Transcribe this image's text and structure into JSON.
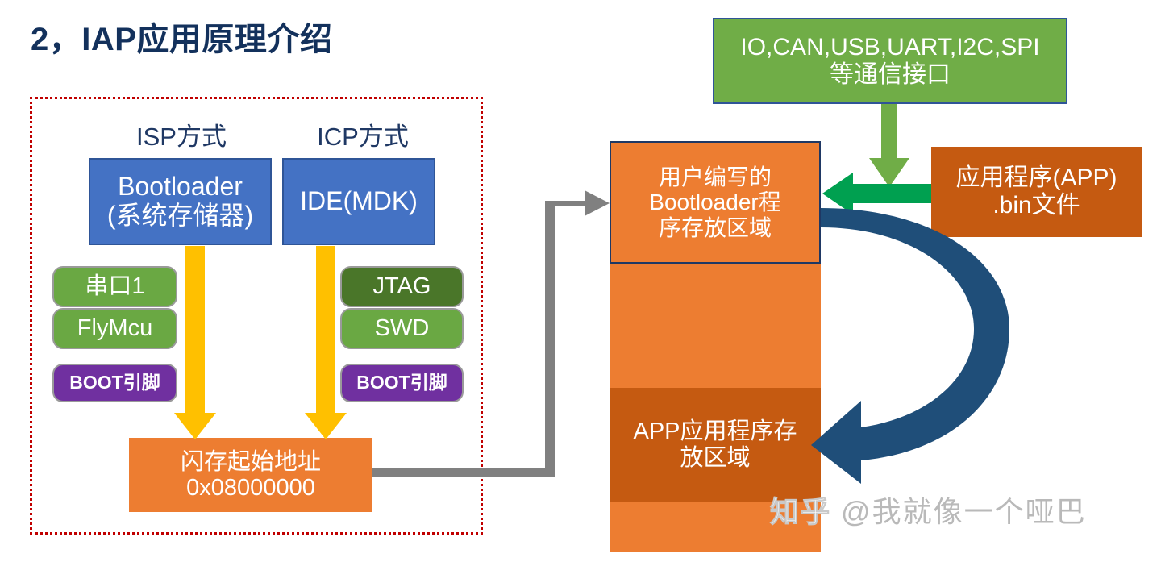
{
  "page": {
    "title": "2，IAP应用原理介绍",
    "watermark_logo": "知乎",
    "watermark_user": "@我就像一个哑巴"
  },
  "left_group": {
    "isp": {
      "heading": "ISP方式",
      "main_box": "Bootloader\n(系统存储器)",
      "main_box_line1": "Bootloader",
      "main_box_line2": "(系统存储器)",
      "tags": [
        {
          "label": "串口1",
          "style": "green"
        },
        {
          "label": "FlyMcu",
          "style": "green"
        },
        {
          "label": "BOOT引脚",
          "style": "purple"
        }
      ]
    },
    "icp": {
      "heading": "ICP方式",
      "main_box": "IDE(MDK)",
      "tags": [
        {
          "label": "JTAG",
          "style": "green-dark"
        },
        {
          "label": "SWD",
          "style": "green"
        },
        {
          "label": "BOOT引脚",
          "style": "purple"
        }
      ]
    },
    "flash_box": {
      "line1": "闪存起始地址",
      "line2": "0x08000000"
    }
  },
  "right_group": {
    "interfaces_box": {
      "line1": "IO,CAN,USB,UART,I2C,SPI",
      "line2": "等通信接口"
    },
    "app_file_box": {
      "line1": "应用程序(APP)",
      "line2": ".bin文件"
    }
  },
  "memory": {
    "bootloader_region": {
      "line1": "用户编写的",
      "line2": "Bootloader程",
      "line3": "序存放区域"
    },
    "app_region": {
      "line1": "APP应用程序存",
      "line2": "放区域"
    }
  },
  "colors": {
    "title_blue": "#13315C",
    "frame_red": "#C00000",
    "box_blue": "#4472C4",
    "box_blue_border": "#2F5597",
    "tag_green": "#6AA843",
    "tag_green_dark": "#4A7629",
    "tag_purple": "#7030A0",
    "flash_orange": "#ED7D31",
    "memory_orange": "#ED7D31",
    "memory_app_orange": "#C55A11",
    "interfaces_green": "#70AD47",
    "app_file_orange": "#C55A11",
    "yellow_arrow": "#FFC000",
    "gray_arrow": "#808080",
    "green_arrow_down": "#70AD47",
    "green_arrow_left": "#00A050",
    "blue_curved_arrow": "#1F4E79",
    "watermark_gray": "#B9B9B9"
  },
  "arrows": [
    {
      "name": "isp-down-arrow",
      "color": "#FFC000",
      "direction": "down"
    },
    {
      "name": "icp-down-arrow",
      "color": "#FFC000",
      "direction": "down"
    },
    {
      "name": "flash-to-bootloader-arrow",
      "color": "#808080",
      "direction": "elbow-right"
    },
    {
      "name": "interfaces-down-arrow",
      "color": "#70AD47",
      "direction": "down"
    },
    {
      "name": "app-file-to-bootloader-arrow",
      "color": "#00A050",
      "direction": "left"
    },
    {
      "name": "bootloader-to-app-curved-arrow",
      "color": "#1F4E79",
      "direction": "curve-left"
    }
  ]
}
